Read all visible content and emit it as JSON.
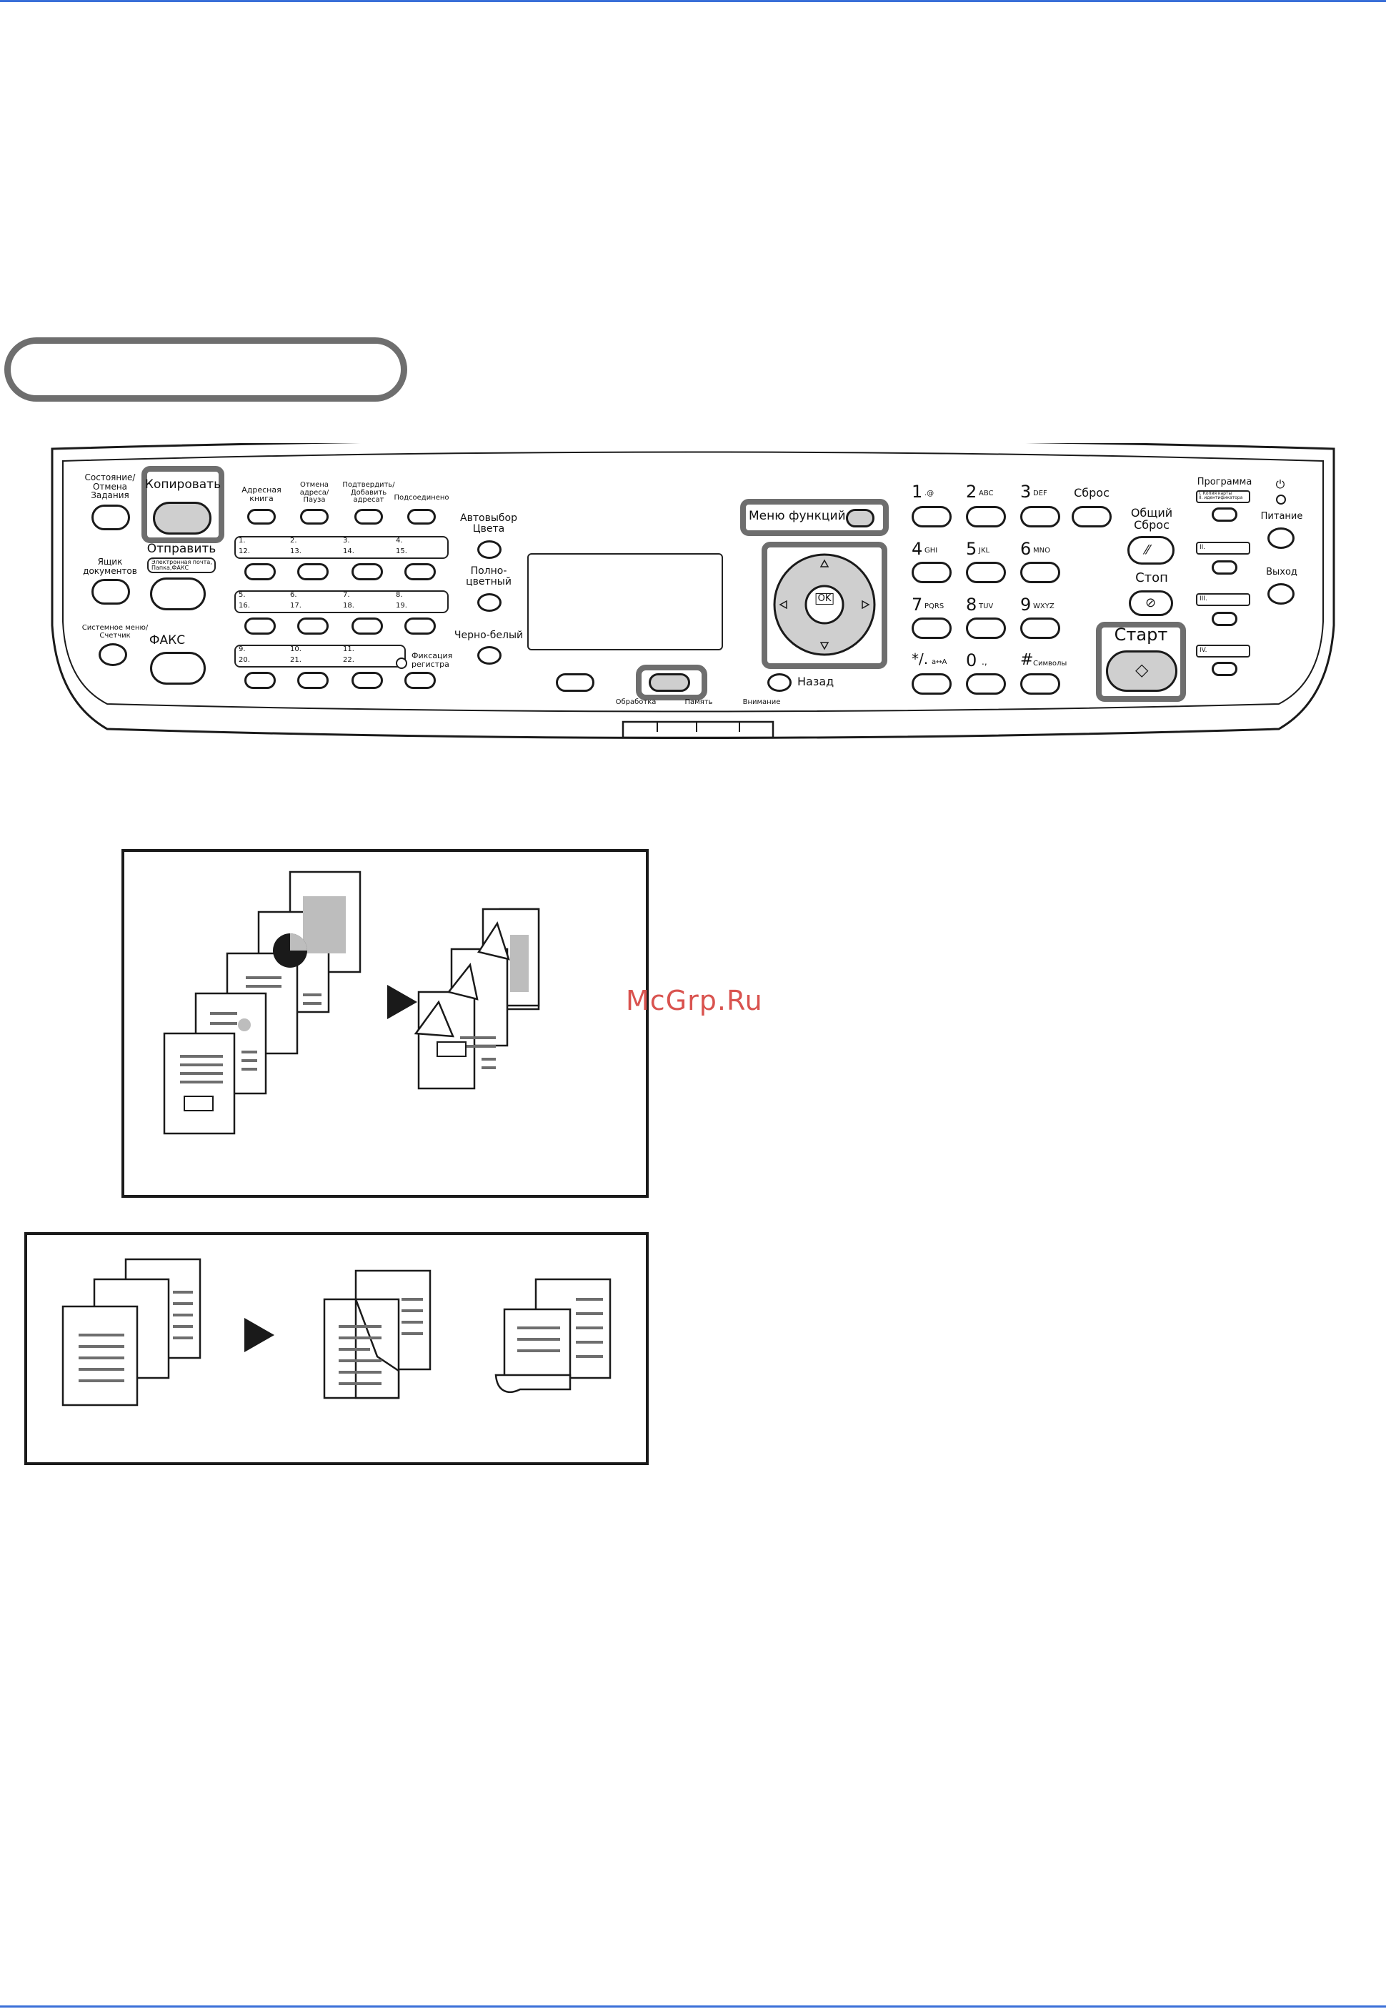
{
  "panel": {
    "status_label": "Состояние/\nОтмена\nЗадания",
    "copy_label": "Копировать",
    "send_label": "Отправить",
    "send_sub": "Электронная почта,\nПапка,ФАКС",
    "docbox_label": "Ящик\nдокументов",
    "sysmenu_label": "Системное меню/\nСчетчик",
    "fax_label": "ФАКС",
    "shortcut_labels": [
      "Адресная\nкнига",
      "Отмена\nадреса/\nПауза",
      "Подтвердить/\nДобавить\nадресат",
      "Подсоединено"
    ],
    "onetouch_row1": [
      "1.",
      "2.",
      "3.",
      "4."
    ],
    "onetouch_row1b": [
      "12.",
      "13.",
      "14.",
      "15."
    ],
    "onetouch_row2": [
      "5.",
      "6.",
      "7.",
      "8."
    ],
    "onetouch_row2b": [
      "16.",
      "17.",
      "18.",
      "19."
    ],
    "onetouch_row3": [
      "9.",
      "10.",
      "11."
    ],
    "onetouch_row3b": [
      "20.",
      "21.",
      "22."
    ],
    "shift_lock_label": "Фиксация\nрегистра",
    "auto_color_label": "Автовыбор\nЦвета",
    "full_color_label": "Полно-\nцветный",
    "bw_label": "Черно-белый",
    "function_menu_label": "Меню функций",
    "ok_label": "OK",
    "back_label": "Назад",
    "processing_label": "Обработка",
    "memory_label": "Память",
    "attention_label": "Внимание",
    "keys": [
      {
        "num": "1",
        "sub": ".@"
      },
      {
        "num": "2",
        "sub": "ABC"
      },
      {
        "num": "3",
        "sub": "DEF"
      },
      {
        "num": "4",
        "sub": "GHI"
      },
      {
        "num": "5",
        "sub": "JKL"
      },
      {
        "num": "6",
        "sub": "MNO"
      },
      {
        "num": "7",
        "sub": "PQRS"
      },
      {
        "num": "8",
        "sub": "TUV"
      },
      {
        "num": "9",
        "sub": "WXYZ"
      },
      {
        "num": "*/.",
        "sub": "a↔A"
      },
      {
        "num": "0",
        "sub": ".,"
      },
      {
        "num": "#",
        "sub": "Символы"
      }
    ],
    "reset_label": "Сброс",
    "general_reset_label": "Общий\nСброс",
    "stop_label": "Стоп",
    "start_label": "Старт",
    "program_label": "Программа",
    "program_sub": "I. Копия карты\nII. идентификатора",
    "program_slots": [
      "I.",
      "II.",
      "III.",
      "IV."
    ],
    "power_label": "Питание",
    "exit_label": "Выход"
  },
  "watermark": "McGrp.Ru"
}
